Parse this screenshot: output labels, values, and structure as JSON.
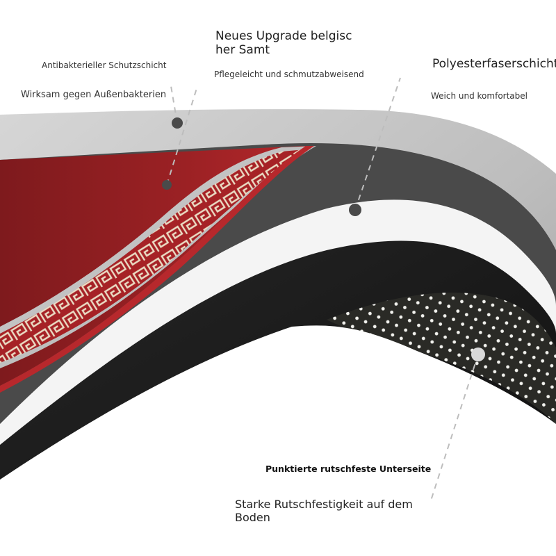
{
  "labels": {
    "antibacterial_title": "Antibakterieller Schutzschicht",
    "antibacterial_desc": "Wirksam gegen Außenbakterien",
    "velvet_title": "Neues Upgrade belgisc\nher Samt",
    "velvet_desc": "Pflegeleicht und schmutzabweisend",
    "polyester_title": "Polyesterfaserschicht",
    "polyester_desc": "Weich und komfortabel",
    "bottom_title": "Punktierte rutschfeste Unterseite",
    "bottom_desc": "Starke Rutschfestigkeit auf dem\nBoden"
  },
  "colors": {
    "protective_layer": "#c9c9c9",
    "velvet_red": "#9a1f22",
    "greek_key_border": "#e9dcc4",
    "polyester_layer": "#4b4b4b",
    "foam_layer": "#1c1c1c",
    "dotted_backing": "#2a2a26",
    "dot": "#f2f2ee"
  }
}
